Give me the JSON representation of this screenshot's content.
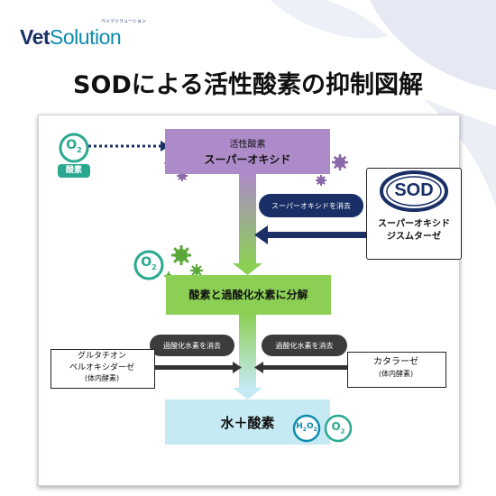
{
  "logo": {
    "vet": "Vet",
    "solution": "Solution",
    "kana": "ベッツソリューション"
  },
  "title": "SODによる活性酸素の抑制図解",
  "diagram": {
    "o2_badge": {
      "symbol": "O",
      "sub": "2",
      "label": "酸素"
    },
    "superoxide_box": {
      "line1": "活性酸素",
      "line2": "スーパーオキシド"
    },
    "sod_pill": "スーパーオキシドを消去",
    "sod_logo": "SOD",
    "sod_name": {
      "line1": "スーパーオキシド",
      "line2": "ジスムターゼ"
    },
    "o2_float": {
      "symbol": "O",
      "sub": "2"
    },
    "decompose_box": "酸素と過酸化水素に分解",
    "left_pill": "過酸化水素を消去",
    "right_pill": "過酸化水素を消去",
    "gpx_box": {
      "line1": "グルタチオン",
      "line2": "ペルオキシダーゼ",
      "line3": "(体内酵素)"
    },
    "catalase_box": {
      "line1": "カタラーゼ",
      "line2": "(体内酵素)"
    },
    "result_box": "水＋酸素",
    "h2o2_circle": {
      "symbol": "H",
      "sub": "2",
      "symbol2": "O",
      "sub2": "2"
    },
    "o2_result": {
      "symbol": "O",
      "sub": "2"
    }
  },
  "colors": {
    "navy": "#1a2f66",
    "teal": "#2aa890",
    "purple": "#ad8bc8",
    "green": "#8bd055",
    "cyan": "#c6eaf4",
    "pill_dark": "#3c3c3c"
  }
}
